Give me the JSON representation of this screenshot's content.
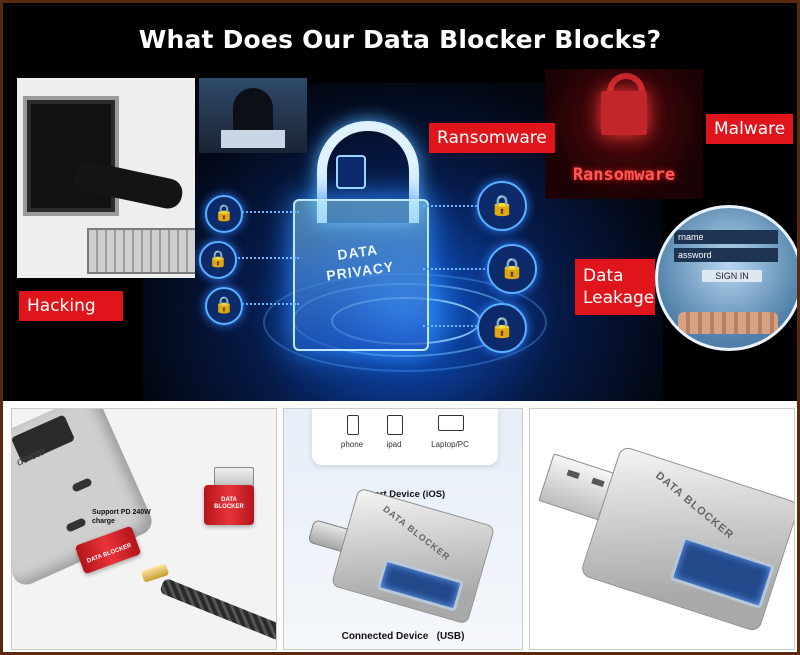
{
  "hero": {
    "title": "What Does Our Data Blocker Blocks?",
    "padlock_label_line1": "DATA",
    "padlock_label_line2": "PRIVACY",
    "tags": {
      "hacking": "Hacking",
      "ransomware": "Ransomware",
      "malware": "Malware",
      "data_leakage_line1": "Data",
      "data_leakage_line2": "Leakage"
    },
    "ransomware_image_text": "Ransomware",
    "signin_image": {
      "username": "rname",
      "password": "assword",
      "button": "SIGN IN"
    },
    "lock_icon": "padlock-icon"
  },
  "panel_left": {
    "keyboard_key": "delete",
    "support_text": "Support PD 240W charge",
    "adapter_label_line1": "DATA",
    "adapter_label_line2": "BLOCKER",
    "small_adapter_label": "DATA BLOCKER"
  },
  "panel_middle": {
    "devices": [
      {
        "label": "phone",
        "icon": "phone-icon"
      },
      {
        "label": "ipad",
        "icon": "tablet-icon"
      },
      {
        "label": "Laptop/PC",
        "icon": "laptop-icon"
      }
    ],
    "insert_label": "Insert Device (iOS)",
    "adapter_text": "DATA BLOCKER",
    "connected_label": "Connected Device   (USB)"
  },
  "panel_right": {
    "adapter_text": "DATA BLOCKER"
  }
}
